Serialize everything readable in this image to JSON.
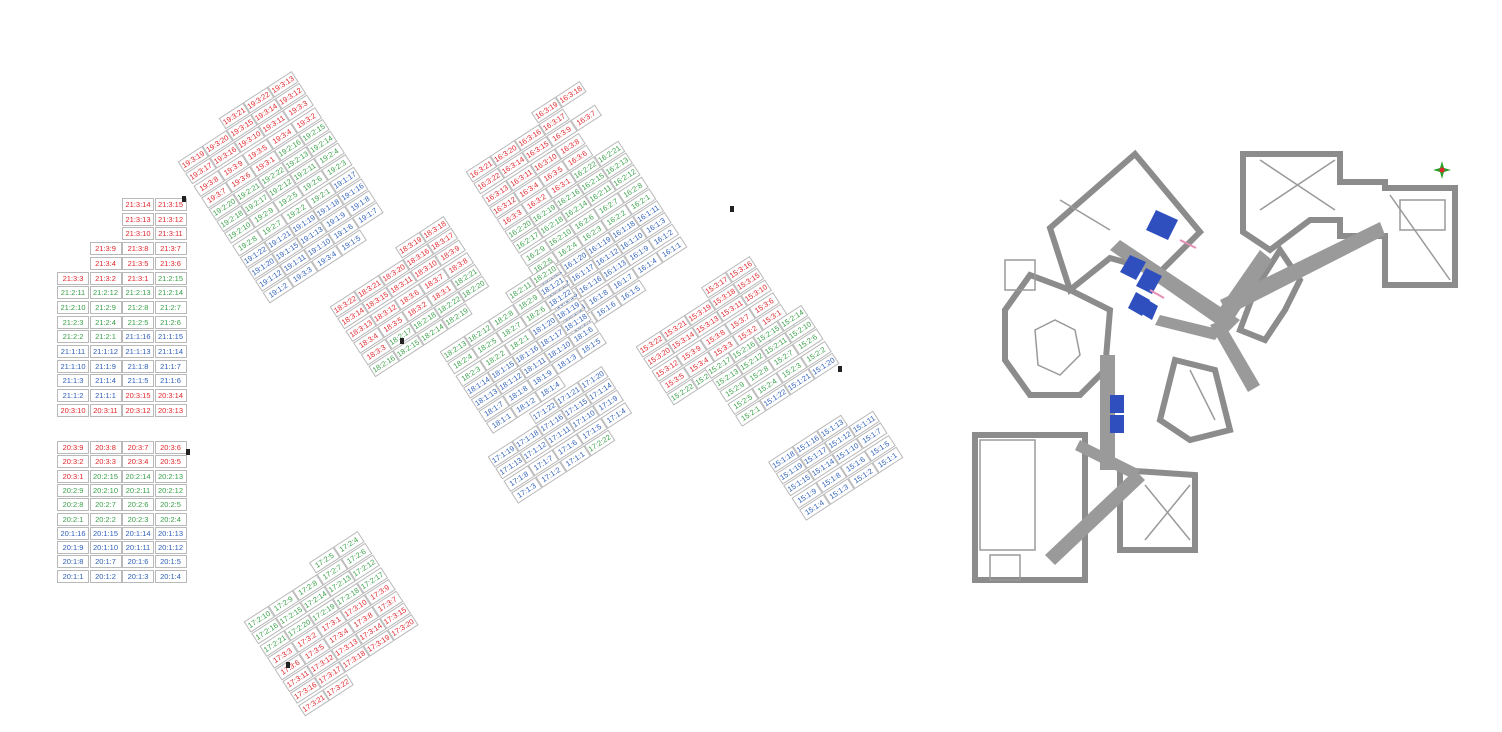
{
  "colors": {
    "red": "#e0262b",
    "green": "#3aa04a",
    "blue": "#2d5fb8",
    "wall": "#8c8c8c",
    "highlight": "#2f4fbf",
    "compass": "#2aa02a"
  },
  "blocks": {
    "b21a": [
      [
        "",
        "",
        "21:3:14|red",
        "21:3:15|red"
      ],
      [
        "",
        "",
        "21:3:13|red",
        "21:3:12|red"
      ],
      [
        "",
        "",
        "21:3:10|red",
        "21:3:11|red"
      ],
      [
        "",
        "21:3:9|red",
        "21:3:8|red",
        "21:3:7|red"
      ],
      [
        "",
        "21:3:4|red",
        "21:3:5|red",
        "21:3:6|red"
      ],
      [
        "21:3:3|red",
        "21:3:2|red",
        "21:3:1|red",
        "21:2:15|green"
      ],
      [
        "21:2:11|green",
        "21:2:12|green",
        "21:2:13|green",
        "21:2:14|green"
      ],
      [
        "21:2:10|green",
        "21:2:9|green",
        "21:2:8|green",
        "21:2:7|green"
      ],
      [
        "21:2:3|green",
        "21:2:4|green",
        "21:2:5|green",
        "21:2:6|green"
      ],
      [
        "21:2:2|green",
        "21:2:1|green",
        "21:1:16|blue",
        "21:1:15|blue"
      ],
      [
        "21:1:11|blue",
        "21:1:12|blue",
        "21:1:13|blue",
        "21:1:14|blue"
      ],
      [
        "21:1:10|blue",
        "21:1:9|blue",
        "21:1:8|blue",
        "21:1:7|blue"
      ],
      [
        "21:1:3|blue",
        "21:1:4|blue",
        "21:1:5|blue",
        "21:1:6|blue"
      ],
      [
        "21:1:2|blue",
        "21:1:1|blue",
        "20:3:15|red",
        "20:3:14|red"
      ],
      [
        "20:3:10|red",
        "20:3:11|red",
        "20:3:12|red",
        "20:3:13|red"
      ]
    ],
    "b20": [
      [
        "20:3:9|red",
        "20:3:8|red",
        "20:3:7|red",
        "20:3:6|red"
      ],
      [
        "20:3:2|red",
        "20:3:3|red",
        "20:3:4|red",
        "20:3:5|red"
      ],
      [
        "20:3:1|red",
        "20:2:15|green",
        "20:2:14|green",
        "20:2:13|green"
      ],
      [
        "20:2:9|green",
        "20:2:10|green",
        "20:2:11|green",
        "20:2:12|green"
      ],
      [
        "20:2:8|green",
        "20:2:7|green",
        "20:2:6|green",
        "20:2:5|green"
      ],
      [
        "20:2:1|green",
        "20:2:2|green",
        "20:2:3|green",
        "20:2:4|green"
      ],
      [
        "20:1:16|blue",
        "20:1:15|blue",
        "20:1:14|blue",
        "20:1:13|blue"
      ],
      [
        "20:1:9|blue",
        "20:1:10|blue",
        "20:1:11|blue",
        "20:1:12|blue"
      ],
      [
        "20:1:8|blue",
        "20:1:7|blue",
        "20:1:6|blue",
        "20:1:5|blue"
      ],
      [
        "20:1:1|blue",
        "20:1:2|blue",
        "20:1:3|blue",
        "20:1:4|blue"
      ]
    ],
    "b19": [
      [
        "",
        "",
        "19:3:21|red",
        "19:3:22|red",
        "19:3:13|red"
      ],
      [
        "19:3:19|red",
        "19:3:20|red",
        "19:3:15|red",
        "19:3:14|red",
        "19:3:12|red"
      ],
      [
        "19:3:17|red",
        "19:3:16|red",
        "19:3:10|red",
        "19:3:11|red",
        "19:3:3|red"
      ],
      [
        "19:3:8|red",
        "19:3:9|red",
        "19:3:5|red",
        "19:3:4|red",
        "19:3:2|red"
      ],
      [
        "19:3:7|red",
        "19:3:6|red",
        "19:3:1|red",
        "19:2:16|green",
        "19:2:15|green"
      ],
      [
        "19:2:20|green",
        "19:2:21|green",
        "19:2:22|green",
        "19:2:13|green",
        "19:2:14|green"
      ],
      [
        "19:2:18|green",
        "19:2:17|green",
        "19:2:12|green",
        "19:2:11|green",
        "19:2:4|green"
      ],
      [
        "19:2:10|green",
        "19:2:9|green",
        "19:2:5|green",
        "19:2:6|green",
        "19:2:3|green"
      ],
      [
        "19:2:8|green",
        "19:2:7|green",
        "19:2:2|green",
        "19:2:1|green",
        "19:1:17|blue"
      ],
      [
        "19:1:22|blue",
        "19:1:21|blue",
        "19:1:19|blue",
        "19:1:18|blue",
        "19:1:16|blue"
      ],
      [
        "19:1:20|blue",
        "19:1:15|blue",
        "19:1:13|blue",
        "19:1:9|blue",
        "19:1:8|blue"
      ],
      [
        "19:1:12|blue",
        "19:1:11|blue",
        "19:1:10|blue",
        "19:1:6|blue",
        "19:1:7|blue"
      ],
      [
        "19:1:2|blue",
        "19:3:3|blue",
        "19:3:4|blue",
        "19:1:5|blue",
        ""
      ]
    ],
    "b16": [
      [
        "",
        "",
        "",
        "16:3:19|red",
        "16:3:18|red"
      ],
      [
        "16:3:21|red",
        "16:3:20|red",
        "16:3:16|red",
        "16:3:17|red",
        ""
      ],
      [
        "16:3:22|red",
        "16:3:14|red",
        "16:3:15|red",
        "16:3:9|red",
        "16:3:7|red"
      ],
      [
        "16:3:13|red",
        "16:3:11|red",
        "16:3:10|red",
        "16:3:8|red",
        ""
      ],
      [
        "16:3:12|red",
        "16:3:4|red",
        "16:3:5|red",
        "16:3:6|red",
        ""
      ],
      [
        "16:3:3|red",
        "16:3:2|red",
        "16:3:1|red",
        "16:2:22|green",
        "16:2:21|green"
      ],
      [
        "16:2:20|green",
        "16:2:19|green",
        "16:2:16|green",
        "16:2:15|green",
        "16:2:13|green"
      ],
      [
        "16:2:17|green",
        "16:2:18|green",
        "16:2:14|green",
        "16:2:11|green",
        "16:2:12|green"
      ],
      [
        "16:2:9|green",
        "16:2:10|green",
        "16:2:6|green",
        "16:2:7|green",
        "16:2:8|green"
      ],
      [
        "16:2:5|green",
        "16:2:4|green",
        "16:2:3|green",
        "16:2:2|green",
        "16:2:1|green"
      ],
      [
        "16:1:21|blue",
        "16:1:20|blue",
        "16:1:19|blue",
        "16:1:18|blue",
        "16:1:11|blue"
      ],
      [
        "16:1:22|blue",
        "16:1:17|blue",
        "16:1:12|blue",
        "16:1:10|blue",
        "16:1:3|blue"
      ],
      [
        "16:1:15|blue",
        "16:1:16|blue",
        "16:1:13|blue",
        "16:1:9|blue",
        "16:1:2|blue"
      ],
      [
        "16:1:14|blue",
        "16:1:8|blue",
        "16:1:7|blue",
        "16:1:4|blue",
        "16:1:1|blue"
      ],
      [
        "16:1:7|blue",
        "16:1:6|blue",
        "16:1:5|blue",
        "",
        ""
      ]
    ],
    "b18": [
      [
        "",
        "",
        "",
        "18:3:19|red",
        "18:3:18|red"
      ],
      [
        "18:3:22|red",
        "18:3:21|red",
        "18:3:20|red",
        "18:3:16|red",
        "18:3:17|red"
      ],
      [
        "18:3:14|red",
        "18:3:15|red",
        "18:3:11|red",
        "18:3:10|red",
        "18:3:9|red"
      ],
      [
        "18:3:13|red",
        "18:3:12|red",
        "18:3:6|red",
        "18:3:7|red",
        "18:3:8|red"
      ],
      [
        "18:3:4|red",
        "18:3:5|red",
        "18:3:2|red",
        "18:3:1|red",
        "18:2:21|green"
      ],
      [
        "18:3:3|red",
        "18:2:17|green",
        "18:2:18|green",
        "18:2:22|green",
        "18:2:20|green"
      ],
      [
        "18:2:16|green",
        "18:2:15|green",
        "18:2:14|green",
        "18:2:19|green",
        ""
      ]
    ],
    "b18b": [
      [
        "",
        "",
        "",
        "18:2:11|green",
        "18:2:10|green"
      ],
      [
        "18:2:13|green",
        "18:2:12|green",
        "18:2:8|green",
        "18:2:9|green",
        "18:1:21|blue"
      ],
      [
        "18:2:4|green",
        "18:2:5|green",
        "18:2:7|green",
        "18:2:6|green",
        "18:1:22|blue"
      ],
      [
        "18:2:3|green",
        "18:2:2|green",
        "18:2:1|green",
        "18:1:20|blue",
        "18:1:19|blue"
      ],
      [
        "18:1:14|blue",
        "18:1:15|blue",
        "18:1:16|blue",
        "18:1:17|blue",
        "18:1:18|blue"
      ],
      [
        "18:1:13|blue",
        "18:1:12|blue",
        "18:1:11|blue",
        "18:1:10|blue",
        "18:1:6|blue"
      ],
      [
        "18:1:7|blue",
        "18:1:8|blue",
        "18:1:9|blue",
        "18:1:3|blue",
        "18:1:5|blue"
      ],
      [
        "18:1:1|blue",
        "18:1:2|blue",
        "18:1:4|blue",
        "",
        ""
      ]
    ],
    "b15": [
      [
        "",
        "",
        "",
        "15:3:17|red",
        "15:3:16|red"
      ],
      [
        "15:3:22|red",
        "15:3:21|red",
        "15:3:19|red",
        "15:3:18|red",
        "15:3:15|red"
      ],
      [
        "15:3:20|red",
        "15:3:14|red",
        "15:3:13|red",
        "15:3:11|red",
        "15:3:10|red"
      ],
      [
        "15:3:12|red",
        "15:3:9|red",
        "15:3:8|red",
        "15:3:7|red",
        "15:3:6|red"
      ],
      [
        "15:3:5|red",
        "15:3:4|red",
        "15:3:3|red",
        "15:3:2|red",
        "15:3:1|red"
      ],
      [
        "15:2:22|green",
        "15:2:21|green",
        "15:2:20|green",
        "15:2:19|green",
        "15:2:18|green"
      ]
    ],
    "b15g": [
      [
        "15:2:17|green",
        "15:2:16|green",
        "15:2:15|green",
        "15:2:14|green"
      ],
      [
        "15:2:13|green",
        "15:2:12|green",
        "15:2:11|green",
        "15:2:10|green"
      ],
      [
        "15:2:9|green",
        "15:2:8|green",
        "15:2:7|green",
        "15:2:6|green"
      ],
      [
        "15:2:5|green",
        "15:2:4|green",
        "15:2:3|green",
        "15:2:2|green"
      ],
      [
        "15:2:1|green",
        "15:1:22|blue",
        "15:1:21|blue",
        "15:1:20|blue"
      ]
    ],
    "b15b": [
      [
        "15:1:18|blue",
        "15:1:16|blue",
        "15:1:13|blue",
        ""
      ],
      [
        "15:1:19|blue",
        "15:1:17|blue",
        "15:1:12|blue",
        "15:1:11|blue"
      ],
      [
        "15:1:15|blue",
        "15:1:14|blue",
        "15:1:10|blue",
        "15:1:7|blue"
      ],
      [
        "15:1:9|blue",
        "15:1:8|blue",
        "15:1:6|blue",
        "15:1:5|blue"
      ],
      [
        "15:1:4|blue",
        "15:1:3|blue",
        "15:1:2|blue",
        "15:1:1|blue"
      ]
    ],
    "b17": [
      [
        "",
        "",
        "17:1:22|blue",
        "17:1:21|blue",
        "17:1:20|blue"
      ],
      [
        "17:1:19|blue",
        "17:1:18|blue",
        "17:1:16|blue",
        "17:1:15|blue",
        "17:1:14|blue"
      ],
      [
        "17:1:13|blue",
        "17:1:12|blue",
        "17:1:11|blue",
        "17:1:10|blue",
        "17:1:9|blue"
      ],
      [
        "17:1:8|blue",
        "17:1:7|blue",
        "17:1:6|blue",
        "17:1:5|blue",
        "17:1:4|blue"
      ],
      [
        "17:1:3|blue",
        "17:1:2|blue",
        "17:1:1|blue",
        "17:2:22|green",
        ""
      ]
    ],
    "b17g": [
      [
        "",
        "",
        "",
        "17:2:5|green",
        "17:2:4|green"
      ],
      [
        "17:2:10|green",
        "17:2:9|green",
        "17:2:8|green",
        "17:2:7|green",
        "17:2:6|green"
      ],
      [
        "17:2:16|green",
        "17:2:15|green",
        "17:2:14|green",
        "17:2:13|green",
        "17:2:12|green"
      ],
      [
        "17:2:21|green",
        "17:2:20|green",
        "17:2:19|green",
        "17:2:18|green",
        "17:2:17|green"
      ],
      [
        "17:3:3|red",
        "17:3:2|red",
        "17:3:1|red",
        "17:3:10|red",
        "17:3:9|red"
      ],
      [
        "17:3:6|red",
        "17:3:5|red",
        "17:3:4|red",
        "17:3:8|red",
        "17:3:7|red"
      ],
      [
        "17:3:11|red",
        "17:3:12|red",
        "17:3:13|red",
        "17:3:14|red",
        "17:3:15|red"
      ],
      [
        "17:3:16|red",
        "17:3:17|red",
        "17:3:18|red",
        "17:3:19|red",
        "17:3:20|red"
      ],
      [
        "17:3:21|red",
        "17:3:22|red",
        "",
        "",
        ""
      ]
    ]
  }
}
